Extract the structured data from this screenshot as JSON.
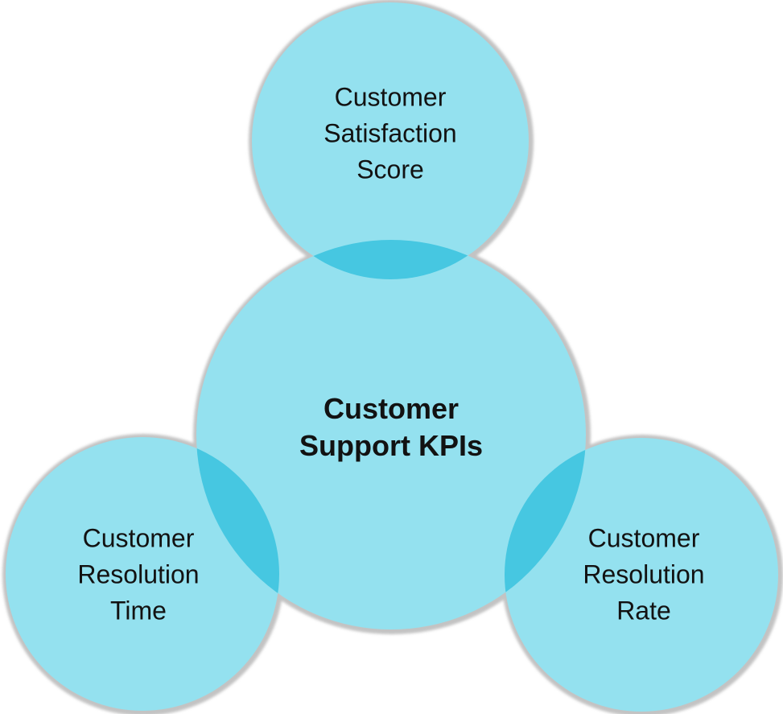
{
  "diagram": {
    "type": "venn-hub-diagram",
    "title": "Customer Support KPIs",
    "colors": {
      "background": "#FFFFFF",
      "circle_fill": "#94E1EF",
      "overlap_fill": "#46C7E1",
      "halo": "#C3C3C3",
      "text": "#121212"
    },
    "center": {
      "label": "Customer Support KPIs",
      "lines": [
        "Customer",
        "Support KPIs"
      ]
    },
    "satellites": [
      {
        "id": "top",
        "label": "Customer Satisfaction Score",
        "lines": [
          "Customer",
          "Satisfaction",
          "Score"
        ]
      },
      {
        "id": "bottom-left",
        "label": "Customer Resolution Time",
        "lines": [
          "Customer",
          "Resolution",
          "Time"
        ]
      },
      {
        "id": "bottom-right",
        "label": "Customer Resolution Rate",
        "lines": [
          "Customer",
          "Resolution",
          "Rate"
        ]
      }
    ]
  }
}
